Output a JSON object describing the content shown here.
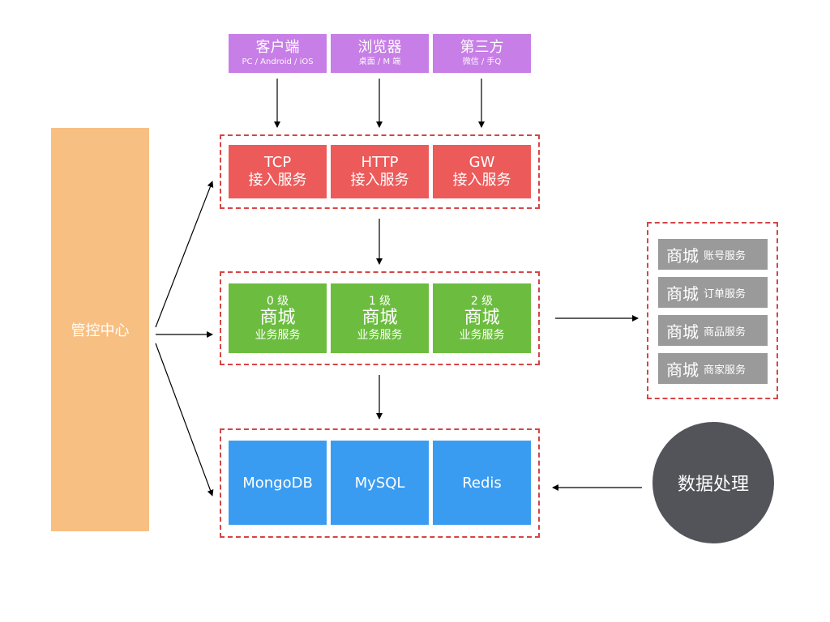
{
  "clients": [
    {
      "title": "客户端",
      "subtitle": "PC / Android / iOS"
    },
    {
      "title": "浏览器",
      "subtitle": "桌面 / M 端"
    },
    {
      "title": "第三方",
      "subtitle": "微信 / 手Q"
    }
  ],
  "access": [
    {
      "protocol": "TCP",
      "label": "接入服务"
    },
    {
      "protocol": "HTTP",
      "label": "接入服务"
    },
    {
      "protocol": "GW",
      "label": "接入服务"
    }
  ],
  "business": [
    {
      "level": "0 级",
      "title": "商城",
      "label": "业务服务"
    },
    {
      "level": "1 级",
      "title": "商城",
      "label": "业务服务"
    },
    {
      "level": "2 级",
      "title": "商城",
      "label": "业务服务"
    }
  ],
  "databases": [
    {
      "name": "MongoDB"
    },
    {
      "name": "MySQL"
    },
    {
      "name": "Redis"
    }
  ],
  "control": {
    "label": "管控中心"
  },
  "services": [
    {
      "main": "商城",
      "sub": "账号服务"
    },
    {
      "main": "商城",
      "sub": "订单服务"
    },
    {
      "main": "商城",
      "sub": "商品服务"
    },
    {
      "main": "商城",
      "sub": "商家服务"
    }
  ],
  "processing": {
    "label": "数据处理"
  },
  "colors": {
    "client": "#c77ee6",
    "access": "#ec5a5a",
    "business": "#6cbd3f",
    "database": "#3a9cf1",
    "control": "#f8bf82",
    "service": "#9a9a9a",
    "processing": "#525459",
    "dashed_border": "#d64545"
  }
}
